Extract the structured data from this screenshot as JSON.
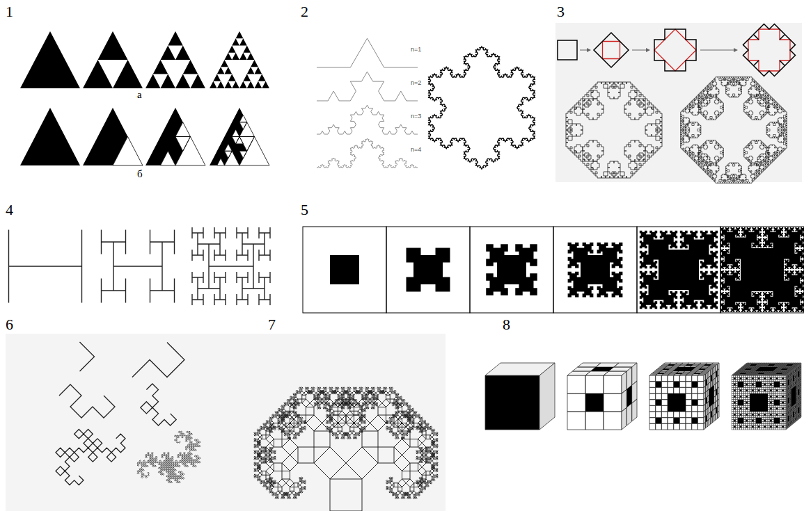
{
  "diagram": {
    "labels": [
      "1",
      "а",
      "б",
      "2",
      "n=1",
      "n=2",
      "n=3",
      "n=4",
      "3",
      "4",
      "5",
      "6",
      "7",
      "8"
    ]
  }
}
